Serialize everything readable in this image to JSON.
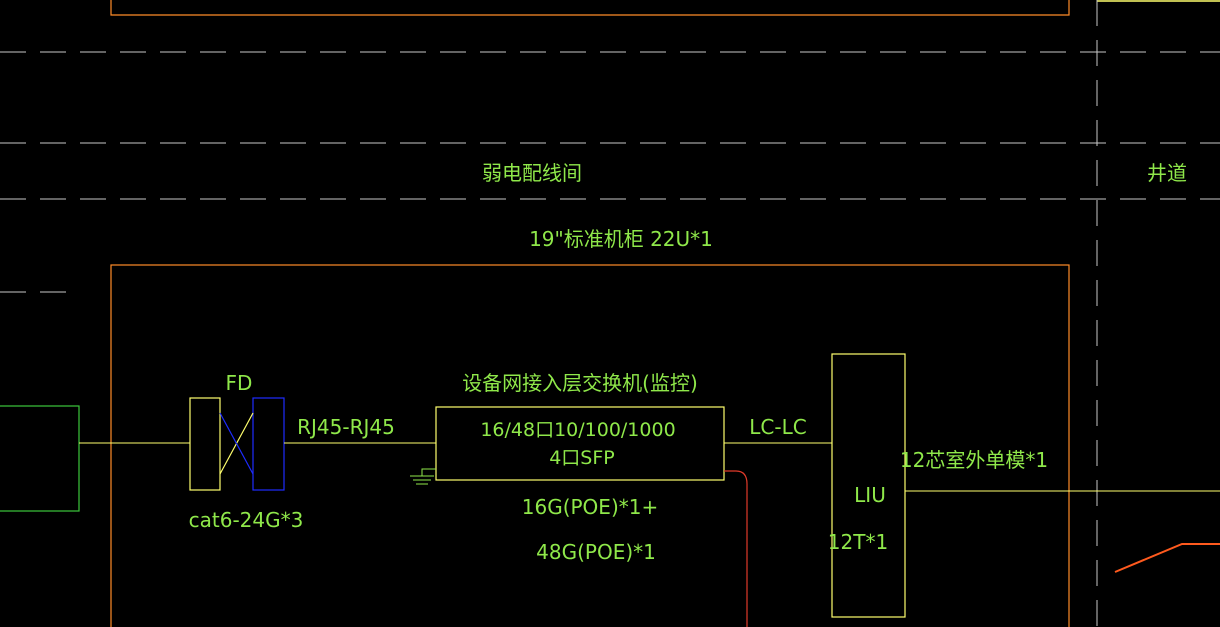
{
  "colors": {
    "background": "#000000",
    "text_green": "#8fe84a",
    "rack_orange": "#ff8c28",
    "wire_yellow": "#ffff6e",
    "fd_blue": "#1e2cff",
    "dash_gray": "#c8c8c8",
    "device_green": "#3cc83c",
    "cable_red": "#e03a2a",
    "outdoor_orange": "#ff5a1e"
  },
  "rooms": {
    "weak_room_label": "弱电配线间",
    "shaft_label": "井道"
  },
  "rack": {
    "label": "19\"标准机柜 22U*1"
  },
  "fd": {
    "label": "FD",
    "cable_label": "cat6-24G*3",
    "link_label": "RJ45-RJ45"
  },
  "switch": {
    "title": "设备网接入层交换机(监控)",
    "line1": "16/48口10/100/1000",
    "line2": "4口SFP",
    "model1": "16G(POE)*1+",
    "model2": "48G(POE)*1"
  },
  "fiber": {
    "link_label": "LC-LC",
    "liu_label": "LIU",
    "liu_count": "12T*1",
    "outdoor_label": "12芯室外单模*1"
  }
}
